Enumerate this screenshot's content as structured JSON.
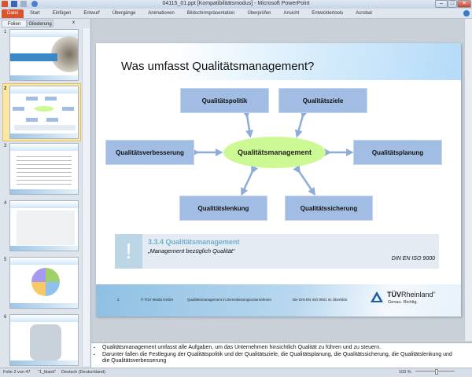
{
  "window": {
    "title": "04115_01.ppt [Kompatibilitätsmodus] - Microsoft PowerPoint",
    "minimize": "–",
    "maximize": "□",
    "close": "✕"
  },
  "ribbon": {
    "tabs": [
      "Datei",
      "Start",
      "Einfügen",
      "Entwurf",
      "Übergänge",
      "Animationen",
      "Bildschirmpräsentation",
      "Überprüfen",
      "Ansicht",
      "Entwicklertools",
      "Acrobat"
    ]
  },
  "left_pane": {
    "tabs": [
      "Folien",
      "Gliederung"
    ],
    "close": "x",
    "slide_numbers": [
      "1",
      "2",
      "3",
      "4",
      "5",
      "6"
    ],
    "selected": 2
  },
  "slide": {
    "title": "Was umfasst Qualitätsmanagement?",
    "center": "Qualitätsmanagement",
    "boxes": {
      "politik": "Qualitätspolitik",
      "ziele": "Qualitätsziele",
      "verbesserung": "Qualitätsverbesserung",
      "planung": "Qualitätsplanung",
      "lenkung": "Qualitätslenkung",
      "sicherung": "Qualitätssicherung"
    },
    "info": {
      "icon": "!",
      "heading": "3.3.4 Qualitätsmanagement",
      "quote": "„Management bezüglich Qualität“",
      "source": "DIN EN ISO 9000"
    },
    "footer": {
      "page": "2",
      "copyright": "© TÜV Media GmbH",
      "course": "Qualitätsmanagement in Dienstleistungsunternehmen",
      "chapter": "Die DIN EN ISO 9001 im Überblick",
      "logo_bold": "TÜV",
      "logo_rest": "Rheinland",
      "logo_reg": "®",
      "slogan": "Genau. Richtig."
    }
  },
  "notes": [
    "Qualitätsmanagement umfasst alle Aufgaben, um das Unternehmen hinsichtlich Qualität zu führen und zu steuern.",
    "Darunter fallen die Festlegung der Qualitätspolitik und der Qualitätsziele, die Qualitätsplanung, die Qualitätssicherung, die Qualitätslenkung und die Qualitätsverbesserung"
  ],
  "status": {
    "slide": "Folie 2 von 47",
    "theme": "\"1_blank\"",
    "language": "Deutsch (Deutschland)",
    "zoom": "103 %"
  },
  "colors": {
    "box": "#a2bde3",
    "center": "#ccf994",
    "arrow": "#8eacd8",
    "file_tab": "#d9532c"
  }
}
